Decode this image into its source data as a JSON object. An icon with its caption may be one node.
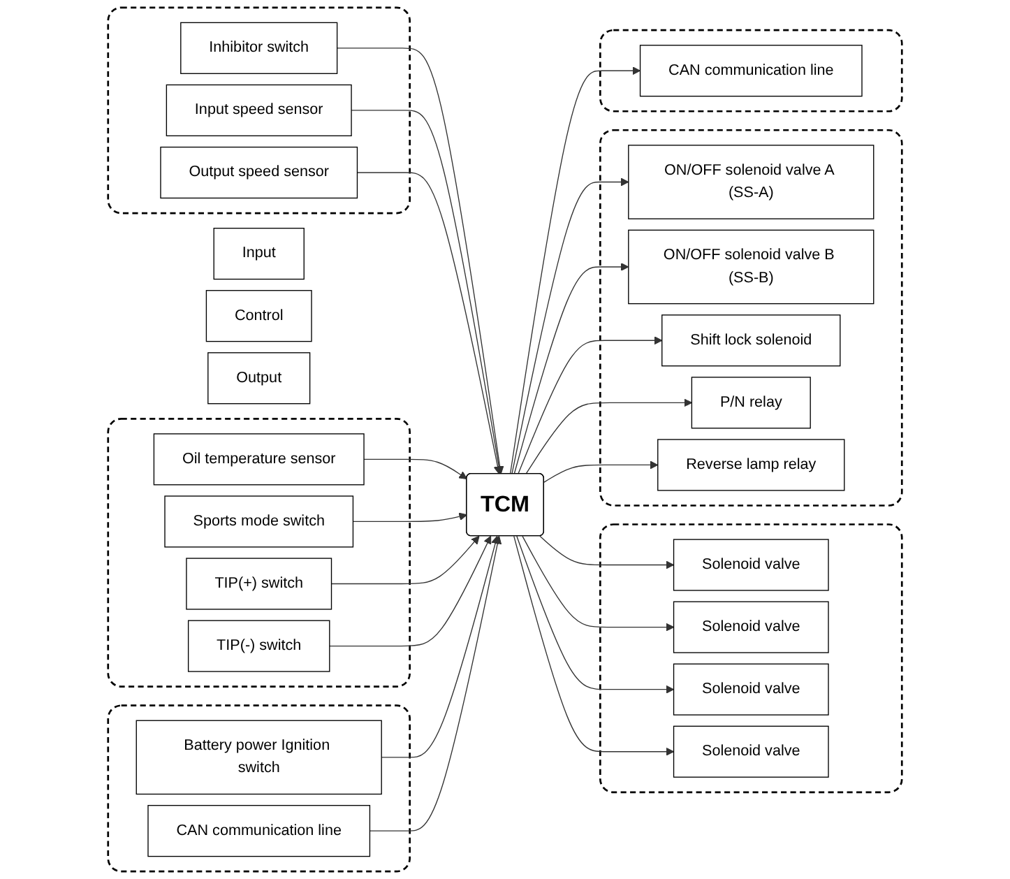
{
  "diagram": {
    "nodes": [
      {
        "text": [
          "Input"
        ]
      },
      {
        "text": [
          "Control"
        ]
      },
      {
        "text": [
          "Output"
        ]
      },
      {
        "text": [],
        "shape": "box"
      },
      {
        "text": [
          "Inhibitor switch"
        ],
        "in": 3
      },
      {
        "text": [
          "Input speed sensor"
        ],
        "in": 3
      },
      {
        "text": [
          "Output speed sensor"
        ],
        "in": 3
      },
      {
        "text": [],
        "shape": "box"
      },
      {
        "text": [
          "Oil temperature sensor"
        ],
        "in": 7
      },
      {
        "text": [
          "Sports mode switch"
        ],
        "in": 7
      },
      {
        "text": [
          "TIP(+) switch"
        ],
        "in": 7
      },
      {
        "text": [
          "TIP(-) switch"
        ],
        "in": 7
      },
      {
        "text": [],
        "shape": "box"
      },
      {
        "text": [
          "Battery power Ignition switch"
        ],
        "in": 12
      },
      {
        "text": [
          "CAN communication line"
        ],
        "in": 12
      },
      {
        "text": [
          "TCM"
        ]
      },
      {
        "text": [],
        "shape": "box"
      },
      {
        "text": [
          "Solenoid valve"
        ],
        "in": 16
      },
      {
        "text": [
          "Solenoid valve"
        ],
        "in": 16
      },
      {
        "text": [
          "Solenoid valve"
        ],
        "in": 16
      },
      {
        "text": [
          "Solenoid valve"
        ],
        "in": 16
      },
      {
        "text": [],
        "shape": "box"
      },
      {
        "text": [
          "ON/OFF solenoid valve A (SS-A)"
        ],
        "in": 21
      },
      {
        "text": [
          "ON/OFF solenoid valve B (SS-B)"
        ],
        "in": 21
      },
      {
        "text": [
          "Shift lock solenoid"
        ],
        "in": 21
      },
      {
        "text": [
          "P/N relay"
        ],
        "in": 21
      },
      {
        "text": [
          "Reverse lamp relay"
        ],
        "in": 21
      },
      {
        "text": [],
        "shape": "box"
      },
      {
        "text": [
          "CAN communication line"
        ],
        "in": 27
      }
    ],
    "edges": [
      {
        "from": 4,
        "to": 15,
        "arrow": "to"
      },
      {
        "from": 5,
        "to": 15,
        "arrow": "to"
      },
      {
        "from": 6,
        "to": 15,
        "arrow": "to"
      },
      {
        "from": 8,
        "to": 15,
        "arrow": "to"
      },
      {
        "from": 9,
        "to": 15,
        "arrow": "to"
      },
      {
        "from": 10,
        "to": 15,
        "arrow": "to"
      },
      {
        "from": 11,
        "to": 15,
        "arrow": "to"
      },
      {
        "from": 13,
        "to": 15,
        "arrow": "to"
      },
      {
        "from": 14,
        "to": 15,
        "arrow": "to"
      },
      {
        "from": 15,
        "to": 17,
        "arrow": "to"
      },
      {
        "from": 15,
        "to": 18,
        "arrow": "to"
      },
      {
        "from": 15,
        "to": 19,
        "arrow": "to"
      },
      {
        "from": 15,
        "to": 20,
        "arrow": "to"
      },
      {
        "from": 15,
        "to": 22,
        "arrow": "to"
      },
      {
        "from": 15,
        "to": 23,
        "arrow": "to"
      },
      {
        "from": 15,
        "to": 24,
        "arrow": "to"
      },
      {
        "from": 15,
        "to": 25,
        "arrow": "to"
      },
      {
        "from": 15,
        "to": 26,
        "arrow": "to"
      },
      {
        "from": 15,
        "to": 28,
        "arrow": "to"
      }
    ]
  }
}
